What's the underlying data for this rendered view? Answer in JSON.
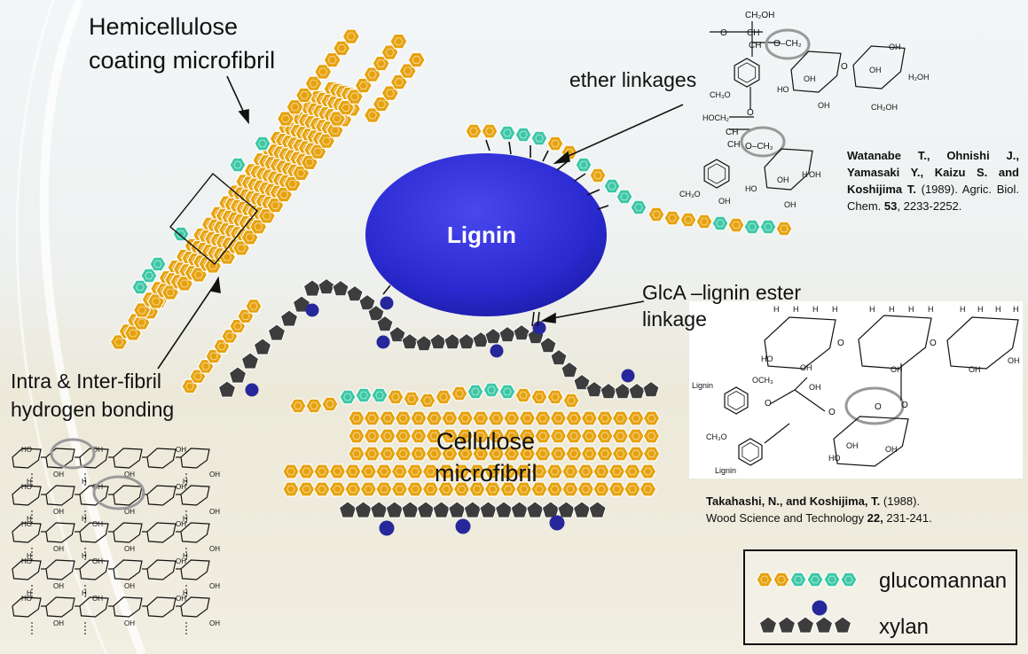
{
  "labels": {
    "hemicellulose_line1": "Hemicellulose",
    "hemicellulose_line2": "coating microfibril",
    "ether_linkages": "ether linkages",
    "lignin": "Lignin",
    "glca_line1": "GlcA –lignin ester",
    "glca_line2": "linkage",
    "hbond_line1": "Intra & Inter-fibril",
    "hbond_line2": "hydrogen bonding",
    "cellulose_line1": "Cellulose",
    "cellulose_line2": "microfibril"
  },
  "references": {
    "watanabe": {
      "authors": "Watanabe T., Ohnishi J., Yamasaki Y., Kaizu S. and Koshijima T.",
      "year": "(1989).",
      "journal": "Agric. Biol. Chem.",
      "volume": "53",
      "pages": ", 2233-2252."
    },
    "takahashi": {
      "authors": "Takahashi, N., and Koshijima, T.",
      "year": "(1988).",
      "journal": "Wood Science and Technology",
      "volume": "22,",
      "pages": "231-241."
    }
  },
  "legend": {
    "glucomannan": "glucomannan",
    "xylan": "xylan"
  },
  "chem_labels": {
    "ch2oh": "CH₂OH",
    "o": "O",
    "ch": "CH",
    "och2": "O–CH₂",
    "oh": "OH",
    "h": "H",
    "ho": "HO",
    "h2oh": "H₂OH",
    "hoch2": "HOCH₂",
    "ch3o": "CH₃O",
    "och3": "OCH₃",
    "lignin_sub": "Lignin"
  },
  "colors": {
    "mannose": "#e6a20e",
    "glucose": "#3cc7a6",
    "xylose": "#3d3d3d",
    "glca": "#27279c",
    "lignin": "#3131d6"
  }
}
